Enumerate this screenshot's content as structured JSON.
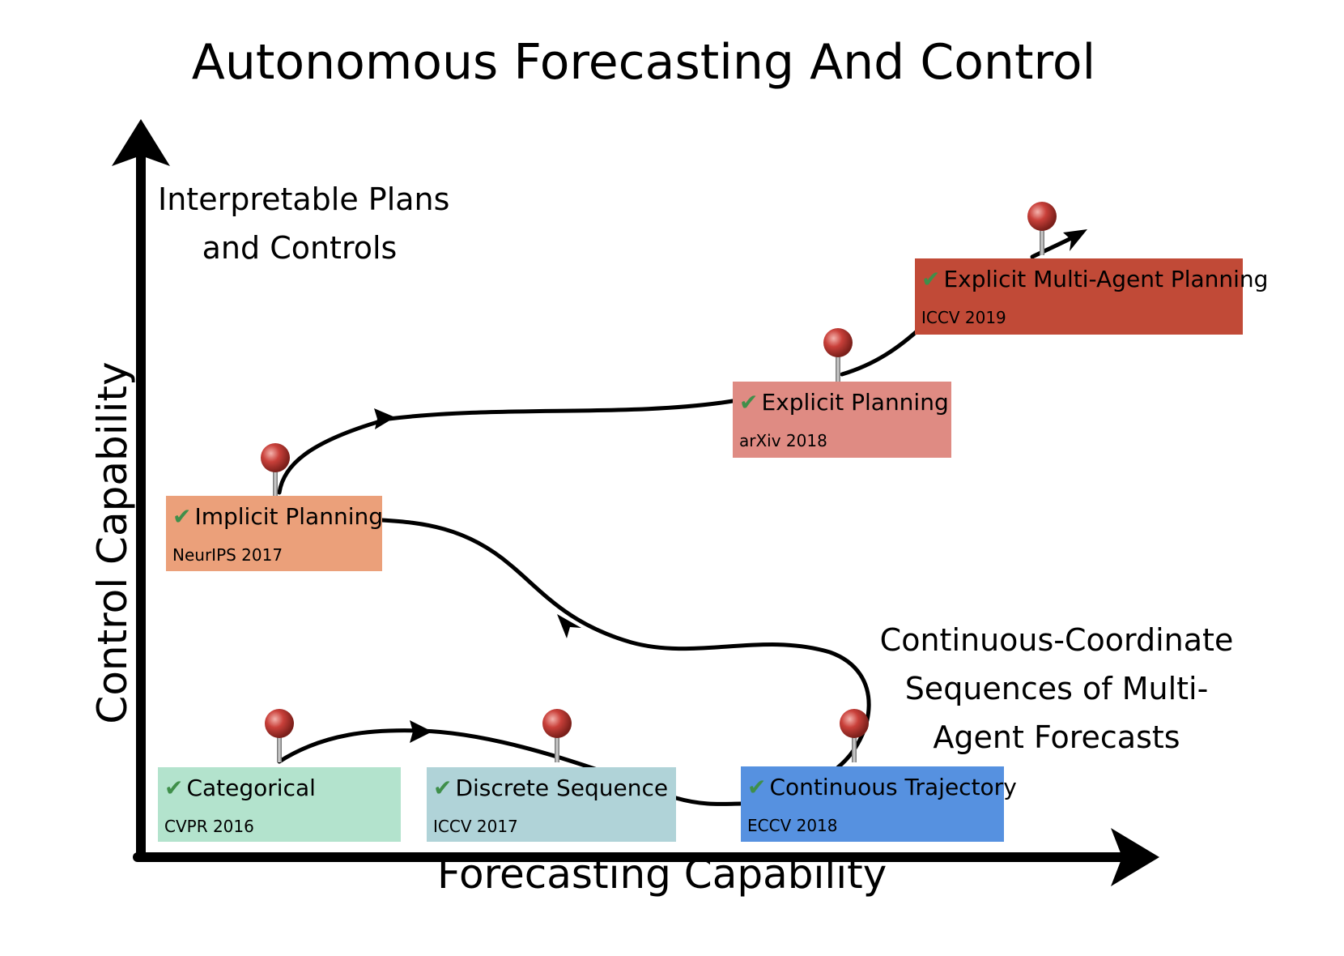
{
  "title": "Autonomous Forecasting And Control",
  "x_axis_label": "Forecasting Capability",
  "y_axis_label": "Control Capability",
  "annotation_top": {
    "line1": "Interpretable Plans",
    "line2": "and Controls"
  },
  "annotation_right": {
    "line1": "Continuous-Coordinate",
    "line2": "Sequences of Multi-",
    "line3": "Agent Forecasts"
  },
  "check_icon": "✔",
  "colors": {
    "categorical": "#b3e3cd",
    "discrete_sequence": "#b0d3d8",
    "continuous_trajectory": "#5691e0",
    "implicit_planning": "#eba07a",
    "explicit_planning": "#df8b83",
    "explicit_multi_agent": "#c14a37",
    "check": "#3f8f4a",
    "pin_head": "#c9403a"
  },
  "nodes": [
    {
      "id": "categorical",
      "label": "Categorical",
      "venue": "CVPR 2016"
    },
    {
      "id": "discrete_sequence",
      "label": "Discrete Sequence",
      "venue": "ICCV 2017"
    },
    {
      "id": "continuous_trajectory",
      "label": "Continuous Trajectory",
      "venue": "ECCV 2018"
    },
    {
      "id": "implicit_planning",
      "label": "Implicit Planning",
      "venue": "NeurIPS 2017"
    },
    {
      "id": "explicit_planning",
      "label": "Explicit Planning",
      "venue": "arXiv 2018"
    },
    {
      "id": "explicit_multi_agent",
      "label": "Explicit Multi-Agent Planning",
      "venue": "ICCV 2019"
    }
  ]
}
